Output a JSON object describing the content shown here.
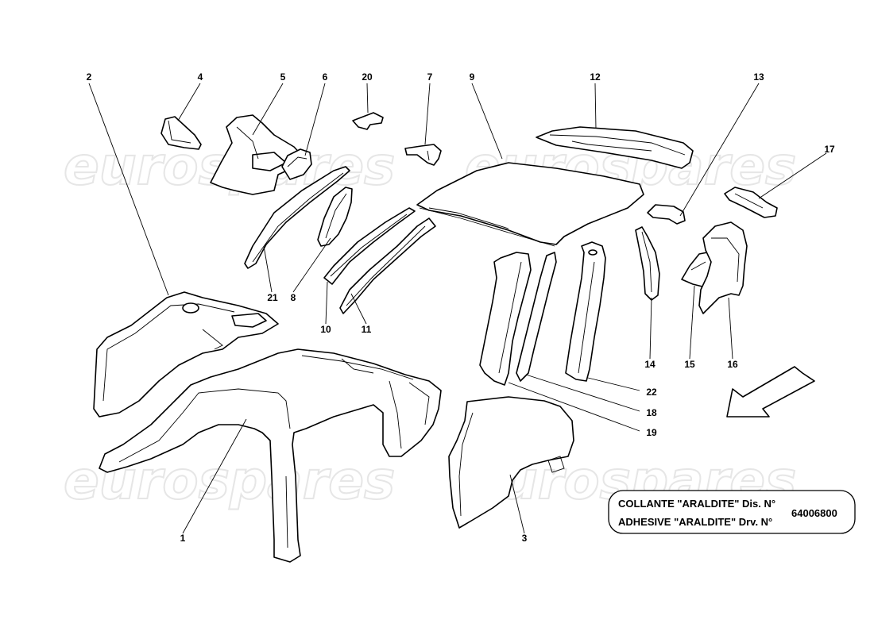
{
  "watermark": "eurospares",
  "callouts": [
    {
      "id": "1",
      "label": "1"
    },
    {
      "id": "2",
      "label": "2"
    },
    {
      "id": "3",
      "label": "3"
    },
    {
      "id": "4",
      "label": "4"
    },
    {
      "id": "5",
      "label": "5"
    },
    {
      "id": "6",
      "label": "6"
    },
    {
      "id": "7",
      "label": "7"
    },
    {
      "id": "8",
      "label": "8"
    },
    {
      "id": "9",
      "label": "9"
    },
    {
      "id": "10",
      "label": "10"
    },
    {
      "id": "11",
      "label": "11"
    },
    {
      "id": "12",
      "label": "12"
    },
    {
      "id": "13",
      "label": "13"
    },
    {
      "id": "14",
      "label": "14"
    },
    {
      "id": "15",
      "label": "15"
    },
    {
      "id": "16",
      "label": "16"
    },
    {
      "id": "17",
      "label": "17"
    },
    {
      "id": "18",
      "label": "18"
    },
    {
      "id": "19",
      "label": "19"
    },
    {
      "id": "20",
      "label": "20"
    },
    {
      "id": "21",
      "label": "21"
    },
    {
      "id": "22",
      "label": "22"
    }
  ],
  "note": {
    "line1": "COLLANTE \"ARALDITE\" Dis. N°",
    "line2": "ADHESIVE \"ARALDITE\" Drv. N°",
    "part_number": "64006800"
  }
}
